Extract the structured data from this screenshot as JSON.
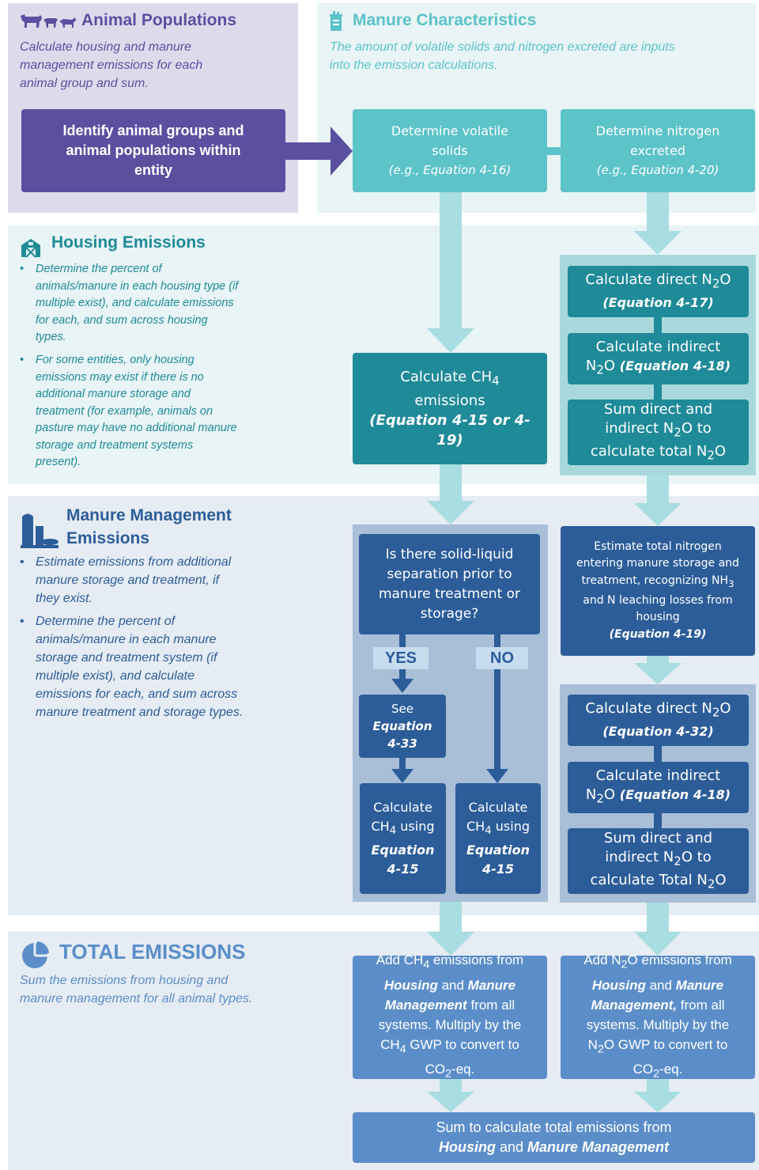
{
  "animal": {
    "title": "Animal Populations",
    "desc": [
      "Calculate housing and manure",
      "management emissions for each",
      "animal group and sum."
    ],
    "box": [
      "Identify animal groups and",
      "animal populations within",
      "entity"
    ]
  },
  "manure_char": {
    "title": "Manure Characteristics",
    "desc": [
      "The amount of volatile solids and nitrogen excreted are inputs",
      "into the emission calculations."
    ],
    "vs_box": {
      "lines": [
        "Determine volatile",
        "solids"
      ],
      "eq": "(e.g., Equation 4-16)"
    },
    "n_box": {
      "lines": [
        "Determine nitrogen",
        "excreted"
      ],
      "eq": "(e.g., Equation 4-20)"
    }
  },
  "housing": {
    "title": "Housing Emissions",
    "bullets": [
      [
        "Determine the percent of",
        "animals/manure in each housing type (if",
        "multiple exist), and calculate emissions",
        "for each, and sum across housing",
        "types."
      ],
      [
        "For some entities, only housing",
        "emissions may exist if there is no",
        "additional manure storage and",
        "treatment (for example, animals on",
        "pasture may have no additional manure",
        "storage and treatment systems",
        "present)."
      ]
    ],
    "ch4_box": {
      "l1": "Calculate CH",
      "sub": "4",
      "l2": "emissions",
      "eq": "(Equation 4-15 or 4-19)"
    },
    "direct_n2o": {
      "l1": "Calculate direct N",
      "sub": "2",
      "tail": "O",
      "eq": "(Equation 4-17)"
    },
    "indirect_n2o": {
      "l1": "Calculate indirect",
      "pre": "N",
      "sub": "2",
      "tail": "O",
      "eq": "(Equation 4-18)"
    },
    "sum_n2o": {
      "l1": "Sum direct and",
      "l2a": "indirect N",
      "sub": "2",
      "l2b": "O to",
      "l3a": "calculate total N",
      "l3sub": "2",
      "l3b": "O"
    }
  },
  "mm": {
    "title_l1": "Manure Management",
    "title_l2": "Emissions",
    "bullets": [
      [
        "Estimate emissions from additional",
        "manure storage and treatment, if",
        "they exist."
      ],
      [
        "Determine the percent of",
        "animals/manure in each manure",
        "storage and treatment system (if",
        "multiple exist), and calculate",
        "emissions for each, and sum across",
        "manure treatment and storage types."
      ]
    ],
    "question": [
      "Is there solid-liquid",
      "separation prior to",
      "manure treatment or",
      "storage?"
    ],
    "yes": "YES",
    "no": "NO",
    "see_eq": {
      "l1": "See",
      "l2": "Equation",
      "l3": "4-33"
    },
    "calc_yes": {
      "l1": "Calculate",
      "l2a": "CH",
      "sub": "4",
      "l2b": " using",
      "l3": "Equation",
      "l4": "4-15"
    },
    "calc_no": {
      "l1": "Calculate",
      "l2a": "CH",
      "sub": "4",
      "l2b": " using",
      "l3": "Equation",
      "l4": "4-15"
    },
    "estimate_n": {
      "lines": [
        "Estimate total nitrogen",
        "entering manure storage and",
        "treatment, recognizing NH"
      ],
      "sub": "3",
      "lines2": [
        "and N leaching losses from",
        "housing"
      ],
      "eq": "(Equation 4-19)"
    },
    "direct_n2o": {
      "l1": "Calculate direct N",
      "sub": "2",
      "tail": "O",
      "eq": "(Equation 4-32)"
    },
    "indirect_n2o": {
      "l1": "Calculate indirect",
      "pre": "N",
      "sub": "2",
      "tail": "O",
      "eq": "(Equation 4-18)"
    },
    "sum_n2o": {
      "l1": "Sum direct and",
      "l2a": "indirect N",
      "sub": "2",
      "l2b": "O to",
      "l3a": "calculate Total N",
      "l3sub": "2",
      "l3b": "O"
    }
  },
  "total": {
    "title": "TOTAL EMISSIONS",
    "desc": [
      "Sum the emissions from housing and",
      "manure management for all animal types."
    ],
    "ch4_add": {
      "l1a": "Add CH",
      "l1sub": "4",
      "l1b": " emissions from",
      "h": "Housing",
      "and": " and ",
      "m": "Manure",
      "mm": "Management",
      "from": " from all",
      "l4": "systems. Multiply by the",
      "l5a": "CH",
      "l5sub": "4",
      "l5b": " GWP to convert to",
      "l6a": "CO",
      "l6sub": "2",
      "l6b": "-eq."
    },
    "n2o_add": {
      "l1a": "Add N",
      "l1sub": "2",
      "l1b": "O emissions from",
      "h": "Housing",
      "and": " and ",
      "m": "Manure",
      "mm": "Management,",
      "from": " from all",
      "l4": "systems. Multiply by the",
      "l5a": "N",
      "l5sub": "2",
      "l5b": "O GWP to convert to",
      "l6a": "CO",
      "l6sub": "2",
      "l6b": "-eq."
    },
    "final": {
      "l1": "Sum to calculate total emissions from",
      "h": "Housing",
      "and": " and ",
      "m": "Manure Management"
    }
  },
  "colors": {
    "animal_panel": "#dcdbeb",
    "purple": "#5b4fa0",
    "teal_panel": "#e8f4f5",
    "teal_light": "#5cc3c9",
    "teal_dark": "#1f8a98",
    "blue_panel": "#e6ecf3",
    "blue_dark": "#2c5d99",
    "blue_light": "#5b8ec9",
    "arrow_teal": "#a8dde1"
  }
}
